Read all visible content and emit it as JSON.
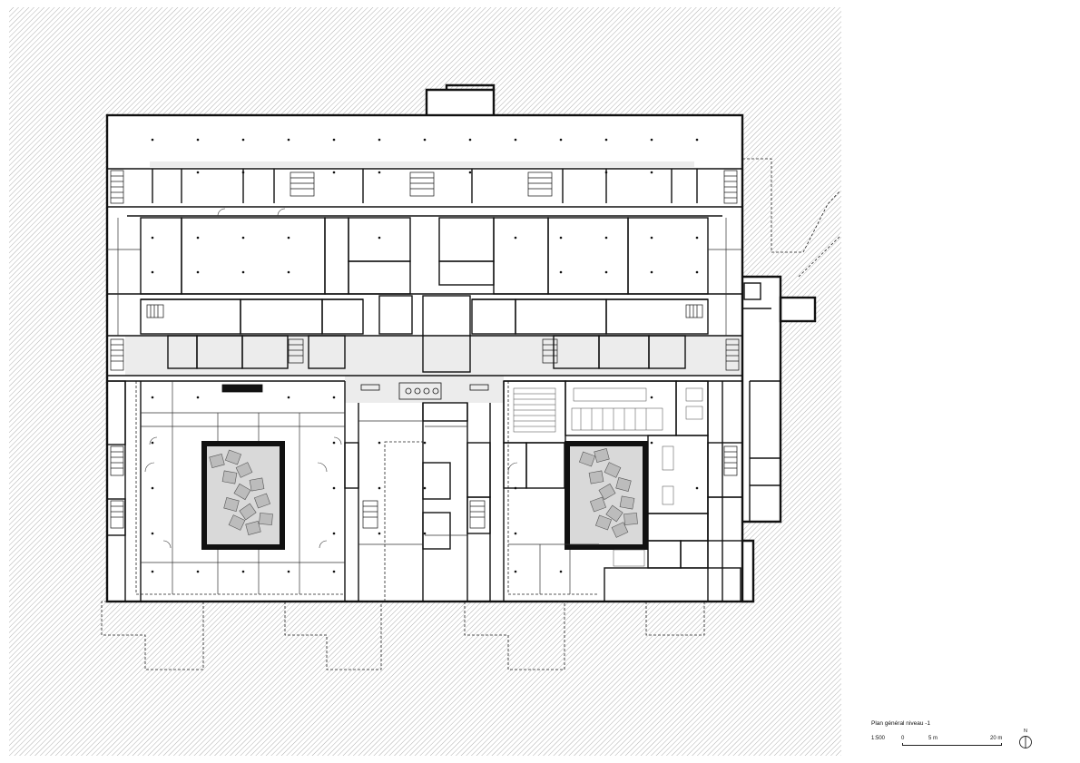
{
  "drawing": {
    "title": "Plan général niveau -1",
    "scale_ratio": "1:500",
    "scale_ticks": [
      "0",
      "5 m",
      "20 m"
    ],
    "north_label": "N"
  },
  "icons": [
    "compass-north-icon",
    "stair-icon",
    "tree-icon",
    "column-dot-icon"
  ],
  "colors": {
    "wall": "#111111",
    "hatch": "#9a9a9a",
    "courtyard_fill": "#d9d9d9",
    "circulation_fill": "#ececec",
    "background": "#ffffff"
  }
}
